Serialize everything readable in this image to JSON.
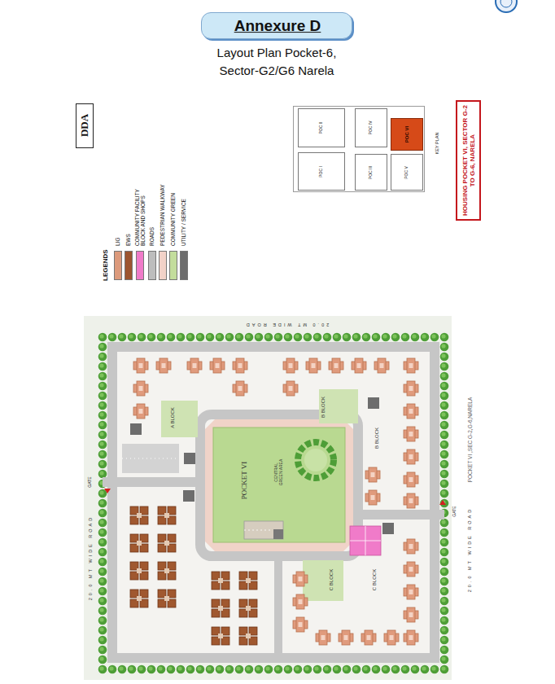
{
  "diagram": {
    "title": "Annexure D",
    "nodes": [
      {
        "text": [
          "DDA"
        ]
      },
      {
        "text": [
          "KEY PLAN"
        ]
      },
      {
        "text": [
          "POC II"
        ],
        "in": 1
      },
      {
        "text": [
          "POC IV"
        ],
        "in": 1
      },
      {
        "text": [
          "POC VI"
        ],
        "in": 1
      },
      {
        "text": [
          "POC I"
        ],
        "in": 1
      },
      {
        "text": [
          "POC III"
        ],
        "in": 1
      },
      {
        "text": [
          "POC V"
        ],
        "in": 1
      },
      {
        "text": [
          "HOUSING POCKET VI, SECTOR G-2 TO G-6, NARELA"
        ]
      },
      {
        "text": [
          "POCKET VI",
          "CENTRAL GREEN AREA"
        ]
      }
    ],
    "labels": [
      "Layout Plan Pocket-6, Sector-G2/G6 Narela",
      "LEGENDS",
      "20.0 MT WIDE ROAD",
      "20.0 MT WIDE ROAD",
      "20.0 MT WIDE ROAD",
      "GATE",
      "GATE",
      "A BLOCK",
      "B BLOCK",
      "B BLOCK",
      "C BLOCK",
      "C BLOCK",
      "POCKET VI ,SEC G-2,G-6,NARELA"
    ],
    "legend": [
      {
        "text": "LIG",
        "color": "#dc9a7c"
      },
      {
        "text": "EWS",
        "color": "#9c5530"
      },
      {
        "text": "COMMUNITY FACILITY BLOCK AND SHOPS",
        "color": "#f07bc9"
      },
      {
        "text": "ROADS",
        "color": "#bdbdbd"
      },
      {
        "text": "PEDESTRIAN WALKWAY",
        "color": "#f2d2c8"
      },
      {
        "text": "COMMUNITY GREEN",
        "color": "#c3dd9c"
      },
      {
        "text": "UTILITY / SERVICE",
        "color": "#6d6d6d"
      }
    ]
  }
}
